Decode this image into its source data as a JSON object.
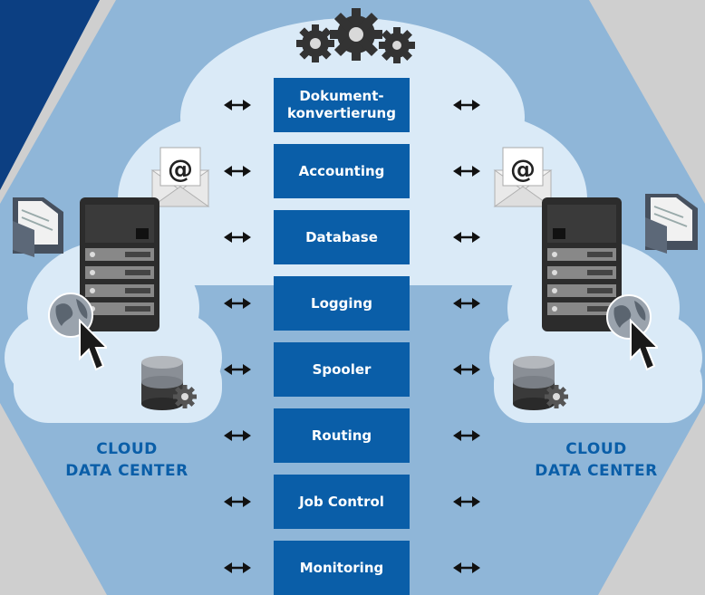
{
  "services": [
    {
      "label": "Dokument-\nkonvertierung"
    },
    {
      "label": "Accounting"
    },
    {
      "label": "Database"
    },
    {
      "label": "Logging"
    },
    {
      "label": "Spooler"
    },
    {
      "label": "Routing"
    },
    {
      "label": "Job Control"
    },
    {
      "label": "Monitoring"
    }
  ],
  "left_datacenter": {
    "line1": "CLOUD",
    "line2": "DATA CENTER"
  },
  "right_datacenter": {
    "line1": "CLOUD",
    "line2": "DATA CENTER"
  },
  "email_symbol": "@",
  "icons": [
    "gears-icon",
    "email-icon",
    "server-icon",
    "globe-icon",
    "cursor-icon",
    "database-icon",
    "folder-icon",
    "bidirectional-arrow-icon"
  ],
  "colors": {
    "service_box": "#0a5ea8",
    "label_text": "#0a5ea8",
    "hexagon": "#8fb6d8",
    "cloud": "#daeaf7",
    "corner": "#0c3f82",
    "background": "#cfcfcf"
  }
}
